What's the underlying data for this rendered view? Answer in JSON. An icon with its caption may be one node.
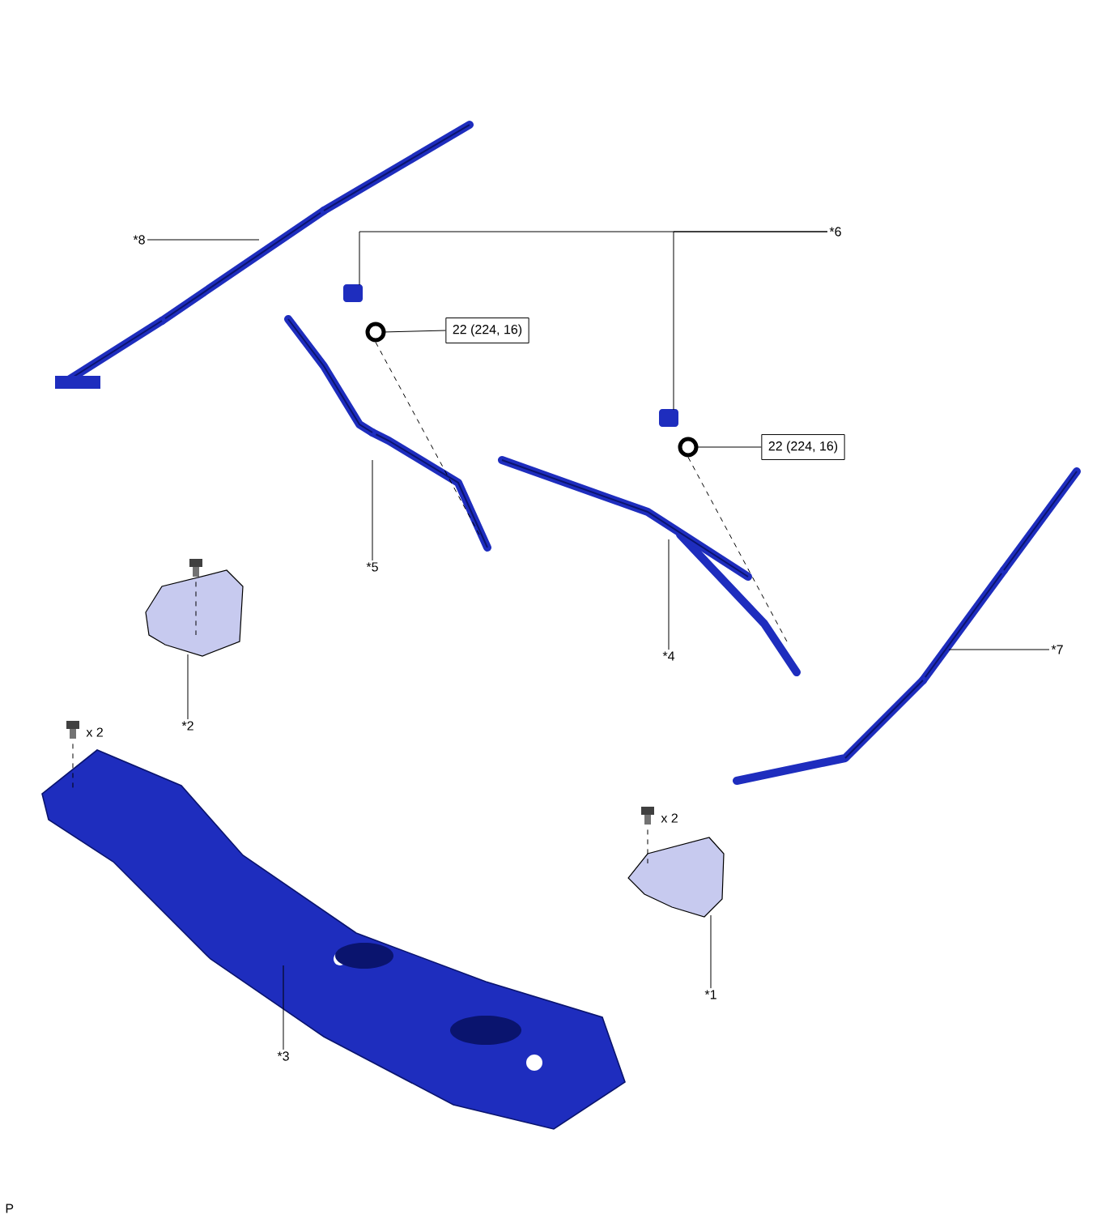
{
  "diagram": {
    "nodes": [
      {
        "text": [
          "*8"
        ]
      },
      {
        "text": [],
        "shape": "picture"
      },
      {
        "text": [
          "*6"
        ]
      },
      {
        "text": [],
        "shape": "box"
      },
      {
        "text": [],
        "shape": "box"
      },
      {
        "text": [
          "22 (224, 16)"
        ]
      },
      {
        "text": [],
        "shape": "circle"
      },
      {
        "text": [
          "22 (224, 16)"
        ]
      },
      {
        "text": [],
        "shape": "circle"
      },
      {
        "text": [
          "*5"
        ]
      },
      {
        "text": [],
        "shape": "picture"
      },
      {
        "text": [
          "*4"
        ]
      },
      {
        "text": [],
        "shape": "picture"
      },
      {
        "text": [
          "*7"
        ]
      },
      {
        "text": [],
        "shape": "picture"
      },
      {
        "text": [],
        "shape": "picture"
      },
      {
        "text": [
          "*2"
        ]
      },
      {
        "text": [],
        "shape": "picture"
      },
      {
        "text": [],
        "shape": "picture"
      },
      {
        "text": [],
        "shape": "picture"
      },
      {
        "text": [
          "*3"
        ]
      },
      {
        "text": [],
        "shape": "picture"
      },
      {
        "text": [],
        "shape": "picture"
      },
      {
        "text": [
          "*1"
        ]
      }
    ],
    "edges": [
      {
        "from": 0,
        "to": 1,
        "arrow": "none"
      },
      {
        "from": 2,
        "to": 3,
        "arrow": "none"
      },
      {
        "from": 2,
        "to": 4,
        "arrow": "none"
      },
      {
        "from": 5,
        "to": 6,
        "arrow": "none"
      },
      {
        "from": 7,
        "to": 8,
        "arrow": "none"
      },
      {
        "from": 9,
        "to": 10,
        "arrow": "none"
      },
      {
        "from": 11,
        "to": 12,
        "arrow": "none"
      },
      {
        "from": 13,
        "to": 14,
        "arrow": "none"
      },
      {
        "from": 16,
        "to": 17,
        "arrow": "none"
      },
      {
        "from": 20,
        "to": 19,
        "arrow": "none"
      },
      {
        "from": 23,
        "to": 22,
        "arrow": "none"
      },
      {
        "from": 6,
        "to": 10,
        "arrow": "none",
        "style": "dashed"
      },
      {
        "from": 8,
        "to": 12,
        "arrow": "none",
        "style": "dashed"
      },
      {
        "from": 15,
        "to": 17,
        "arrow": "none",
        "style": "dashed"
      },
      {
        "from": 18,
        "to": 19,
        "arrow": "none",
        "style": "dashed"
      },
      {
        "from": 21,
        "to": 22,
        "arrow": "none",
        "style": "dashed"
      }
    ],
    "labels": [
      "x 2",
      "x 2",
      "P"
    ]
  }
}
